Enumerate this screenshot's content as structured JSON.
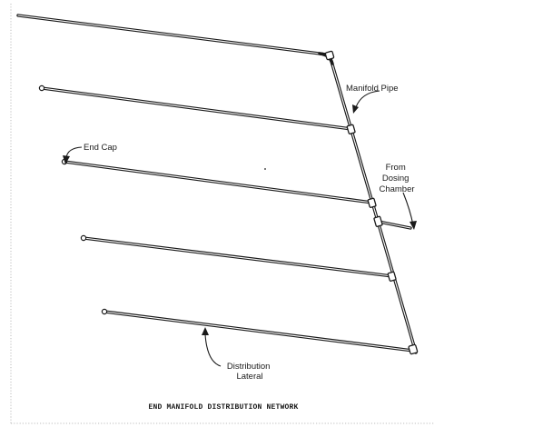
{
  "labels": {
    "manifold_pipe": "Manifold Pipe",
    "end_cap": "End Cap",
    "from_dosing_chamber": [
      "From",
      "Dosing",
      "Chamber"
    ],
    "distribution_lateral": [
      "Distribution",
      "Lateral"
    ]
  },
  "caption": "END MANIFOLD DISTRIBUTION NETWORK",
  "icons": {
    "end_cap": "end-cap-icon",
    "tee": "tee-fitting-icon",
    "elbow": "elbow-fitting-icon"
  }
}
